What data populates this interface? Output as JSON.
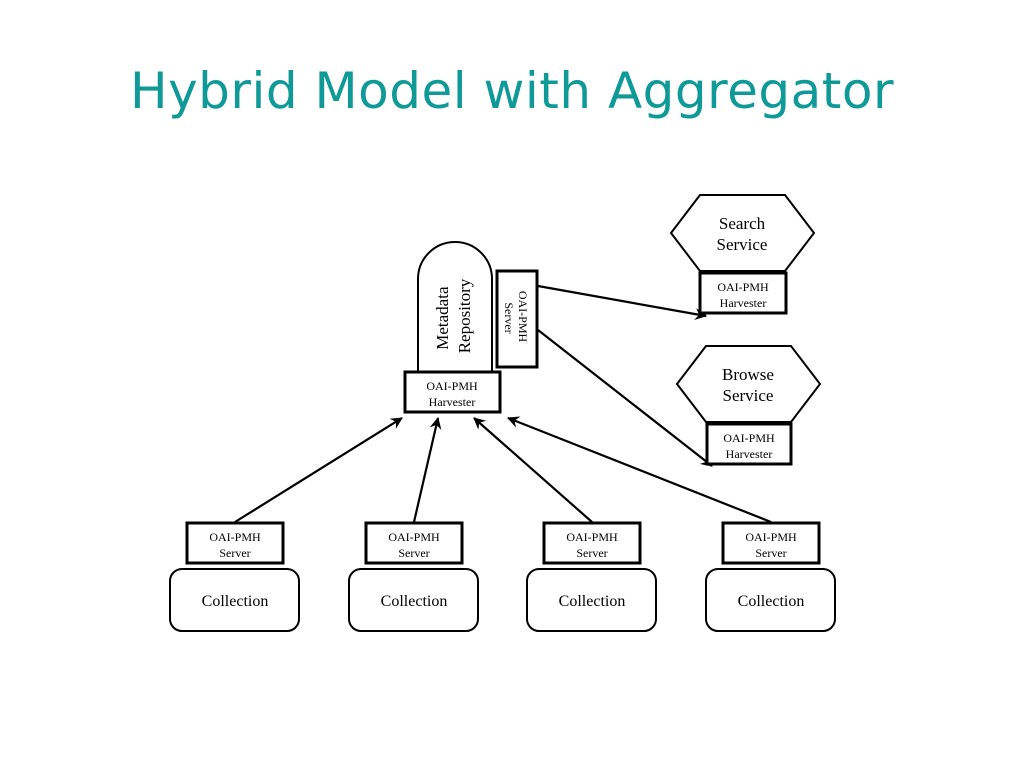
{
  "title": "Hybrid Model with Aggregator",
  "repository": {
    "label_line1": "Metadata",
    "label_line2": "Repository",
    "server_line1": "OAI-PMH",
    "server_line2": "Server",
    "harvester_line1": "OAI-PMH",
    "harvester_line2": "Harvester"
  },
  "services": [
    {
      "line1": "Search",
      "line2": "Service",
      "harvester_line1": "OAI-PMH",
      "harvester_line2": "Harvester"
    },
    {
      "line1": "Browse",
      "line2": "Service",
      "harvester_line1": "OAI-PMH",
      "harvester_line2": "Harvester"
    }
  ],
  "collections": [
    {
      "label": "Collection",
      "server_line1": "OAI-PMH",
      "server_line2": "Server"
    },
    {
      "label": "Collection",
      "server_line1": "OAI-PMH",
      "server_line2": "Server"
    },
    {
      "label": "Collection",
      "server_line1": "OAI-PMH",
      "server_line2": "Server"
    },
    {
      "label": "Collection",
      "server_line1": "OAI-PMH",
      "server_line2": "Server"
    }
  ]
}
